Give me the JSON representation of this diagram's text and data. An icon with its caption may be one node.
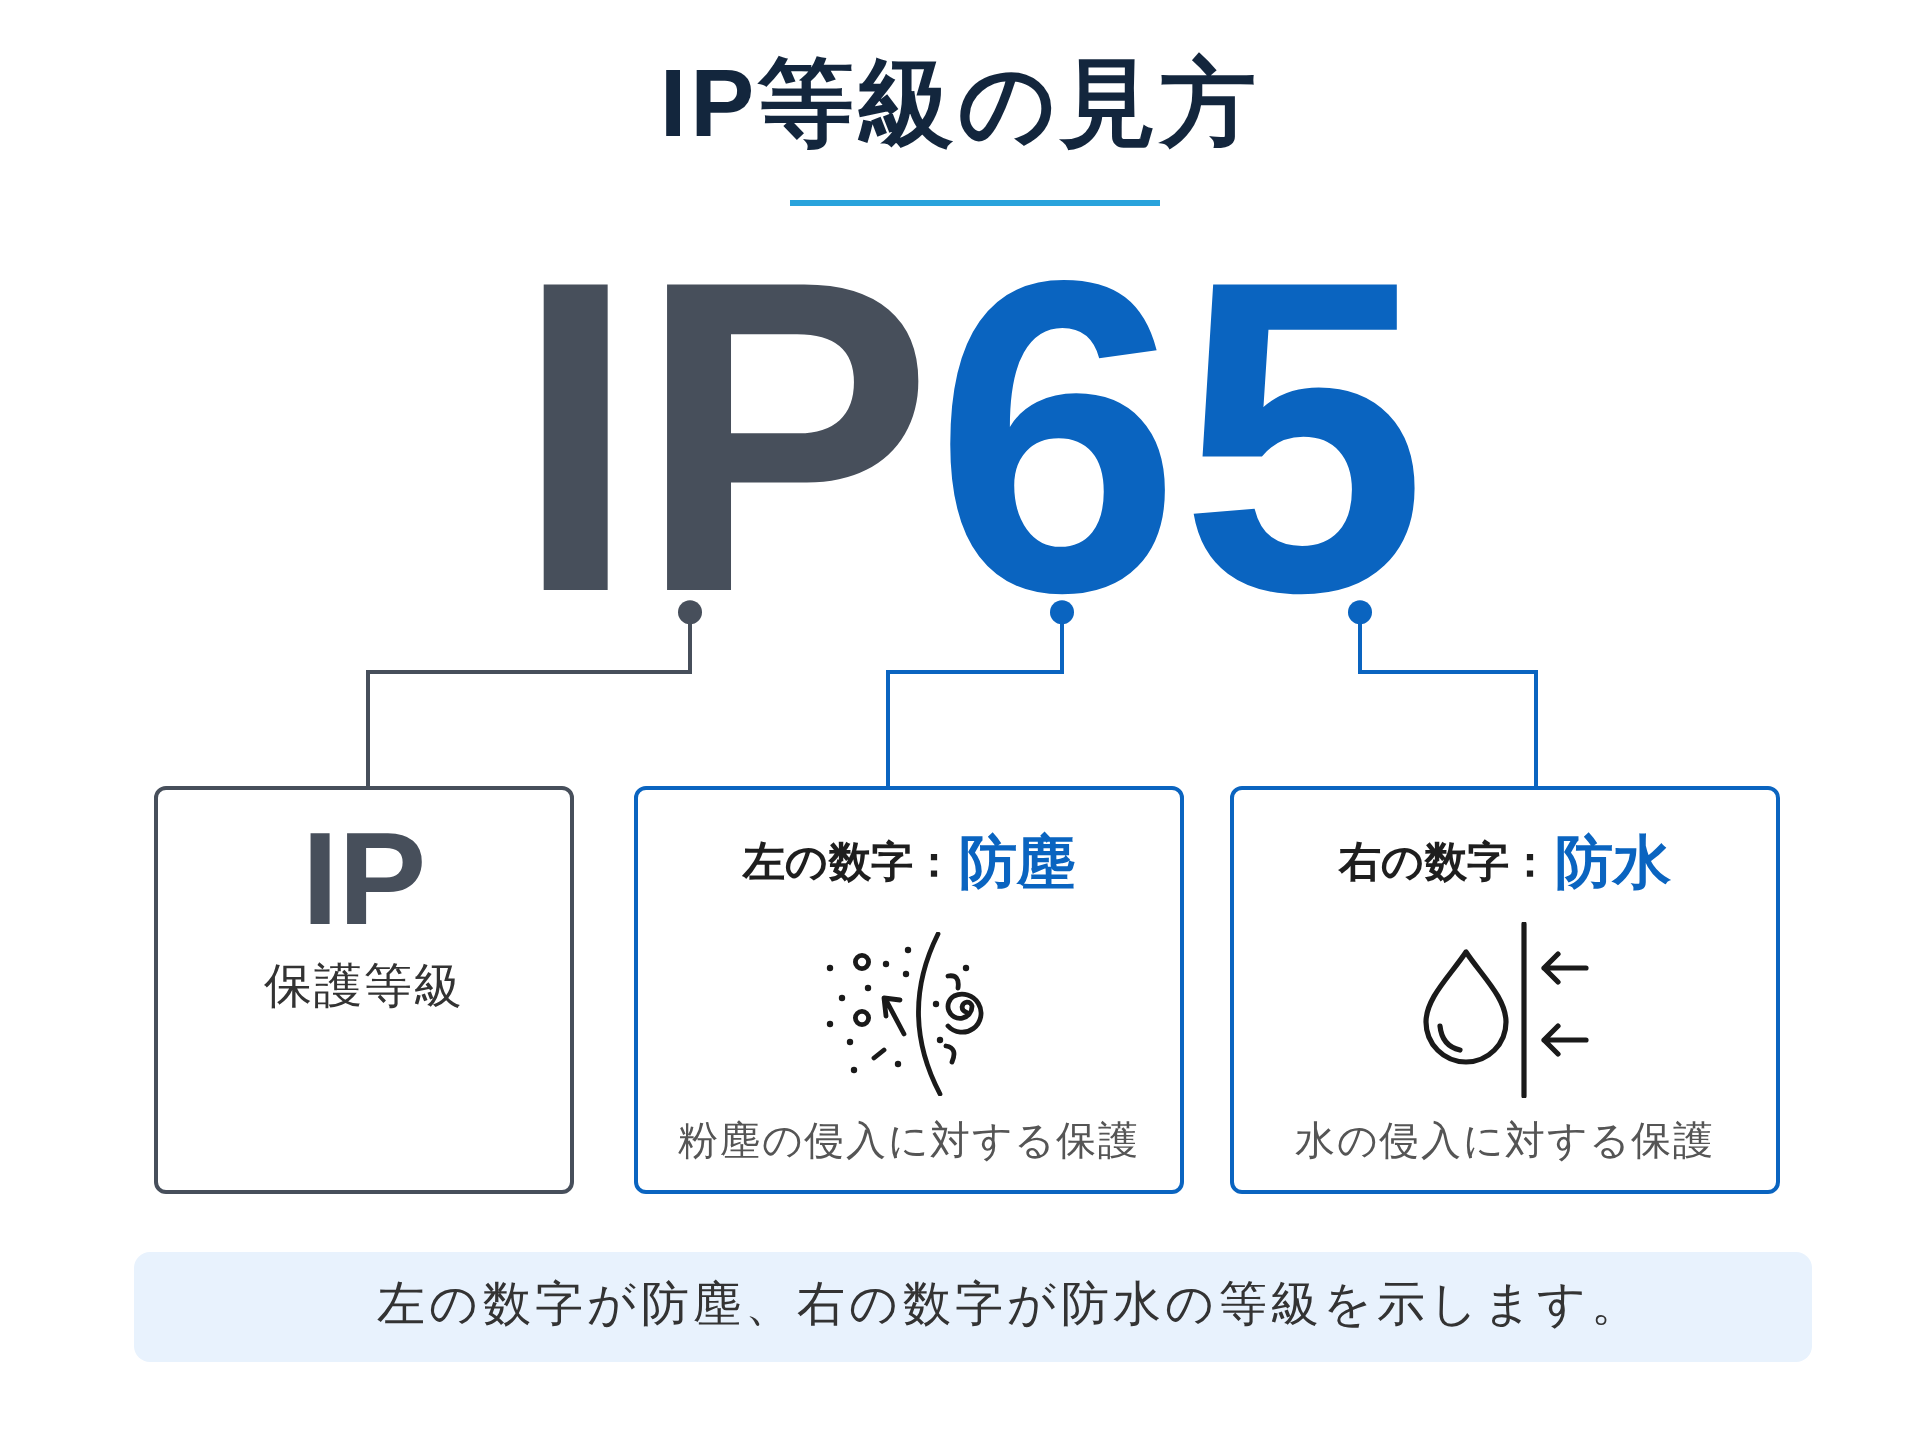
{
  "diagram": {
    "title": "IP等級の見方",
    "nodes": [
      {
        "text": [
          "IP"
        ]
      },
      {
        "text": [
          "6"
        ]
      },
      {
        "text": [
          "5"
        ]
      },
      {
        "text": [
          "IP",
          "保護等級"
        ]
      },
      {
        "text": [
          "左の数字：",
          "防塵",
          "粉塵の侵入に対する保護"
        ]
      },
      {
        "text": [
          "右の数字：",
          "防水",
          "水の侵入に対する保護"
        ]
      },
      {
        "text": [
          "左の数字が防塵、右の数字が防水の等級を示します。"
        ]
      }
    ],
    "edges": [
      {
        "from": 0,
        "to": 3,
        "arrow": "other",
        "color": "#474f5b"
      },
      {
        "from": 1,
        "to": 4,
        "arrow": "other"
      },
      {
        "from": 2,
        "to": 5,
        "arrow": "other"
      }
    ]
  }
}
